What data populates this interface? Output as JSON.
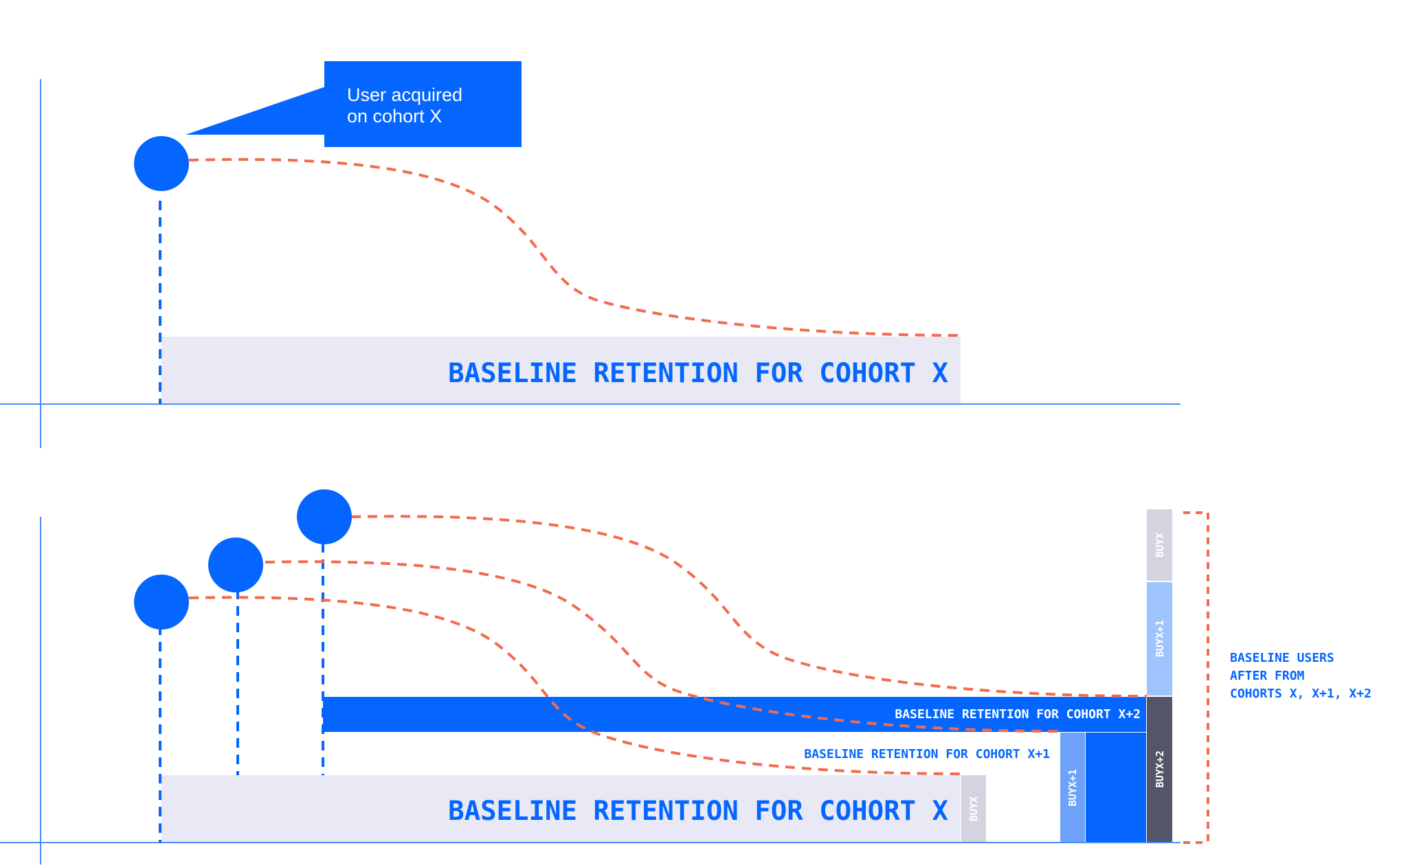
{
  "colors": {
    "blue": "#0466ff",
    "axis": "#4b8cf7",
    "orange": "#f26b4f",
    "baseline_bg": "#e8e9f4",
    "bar_cohort_x": "#d4d3e0",
    "bar_cohort_x1": "#6ea2f8",
    "bar_cohort_x1_light": "#9ec3fd",
    "bar_cohort_x2": "#55556a",
    "white": "#ffffff"
  },
  "top_panel": {
    "callout": {
      "line1": "User acquired",
      "line2": "on cohort X"
    },
    "baseline_label": "BASELINE RETENTION FOR COHORT X"
  },
  "bottom_panel": {
    "baseline_x_label": "BASELINE RETENTION FOR COHORT X",
    "baseline_x1_label": "BASELINE RETENTION FOR COHORT X+1",
    "baseline_x2_label": "BASELINE RETENTION FOR COHORT X+2",
    "bars": {
      "buyx_small": "BUYX",
      "buyx1_small": "BUYX+1",
      "stack_buyx": "BUYX",
      "stack_buyx1": "BUYX+1",
      "stack_buyx2": "BUYX+2"
    },
    "side_note": {
      "line1": "BASELINE USERS",
      "line2": "AFTER FROM",
      "line3": "COHORTS X, X+1, X+2"
    }
  }
}
